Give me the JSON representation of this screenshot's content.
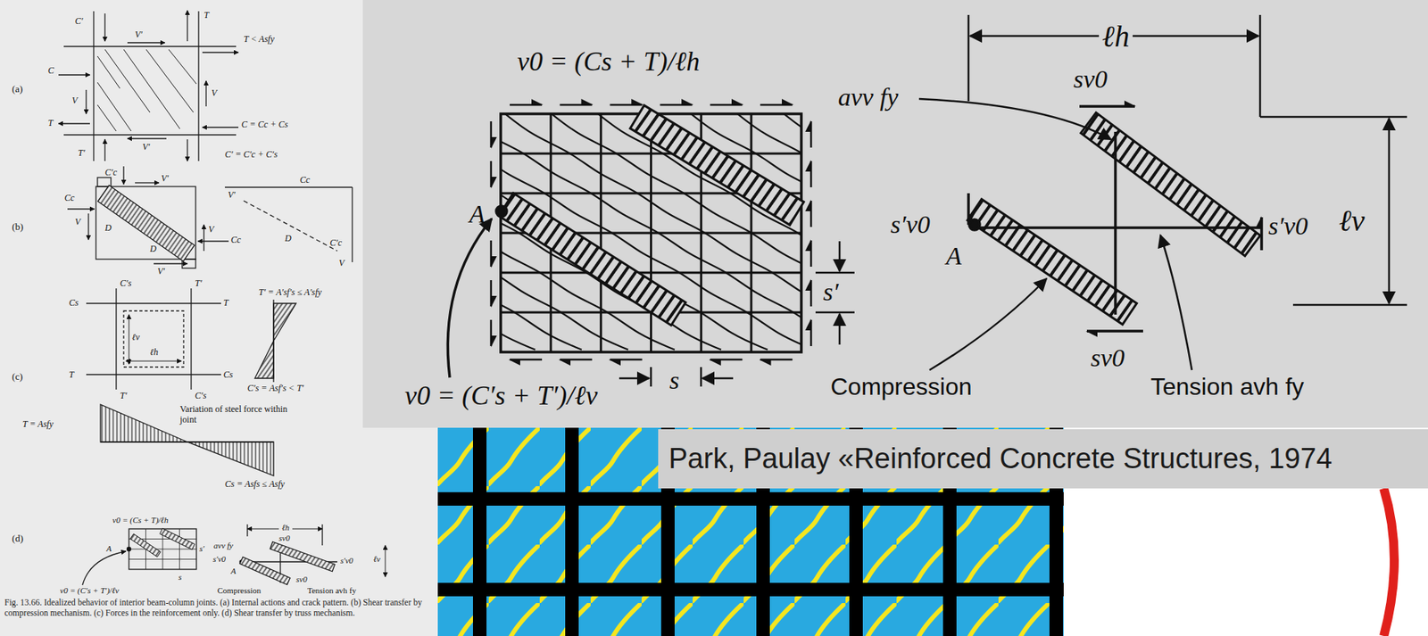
{
  "diagram": {
    "caption": "Fig. 13.66. Idealized behavior of interior beam-column joints. (a) Internal actions and crack pattern. (b) Shear transfer by compression mechanism. (c) Forces in the reinforcement only. (d) Shear transfer by truss mechanism.",
    "nodes": [
      {
        "text": [
          "Park, Paulay «Reinforced Concrete Structures, 1974"
        ]
      }
    ],
    "labels": [
      "v0 = (Cs + T)/ℓh",
      "A",
      "s′",
      "s",
      "v0 = (C′s + T′)/ℓv",
      "ℓh",
      "sv0",
      "avv fy",
      "s′v0",
      "A",
      "s′v0",
      "ℓv",
      "sv0",
      "Compression",
      "Tension avh fy",
      "(a)",
      "C′",
      "T",
      "V′",
      "T < Asfy",
      "C",
      "V",
      "V",
      "T",
      "C = Cc + Cs",
      "V′",
      "T′",
      "C′ = C′c + C′s",
      "(b)",
      "C′c",
      "Cc",
      "V′",
      "V",
      "D",
      "D",
      "V",
      "Cc",
      "V′",
      "Cc",
      "V′",
      "D",
      "C′c",
      "V",
      "(c)",
      "C′s",
      "T′",
      "Cs",
      "T",
      "ℓv",
      "ℓh",
      "T",
      "Cs",
      "T′ = A′sf′s ≤ A′sfy",
      "C′s = Asf′s < T′",
      "T′",
      "C′s",
      "T = Asfy",
      "Variation of steel force within joint",
      "Cs = Asfs ≤ Asfy",
      "(d)",
      "v0 = (Cs + T)/ℓh",
      "A",
      "s′",
      "s",
      "v0 = (C′s + T′)/ℓv",
      "ℓh",
      "sv0",
      "avv fy",
      "s′v0",
      "A",
      "s′v0",
      "ℓv",
      "sv0",
      "Compression",
      "Tension avh fy"
    ]
  }
}
